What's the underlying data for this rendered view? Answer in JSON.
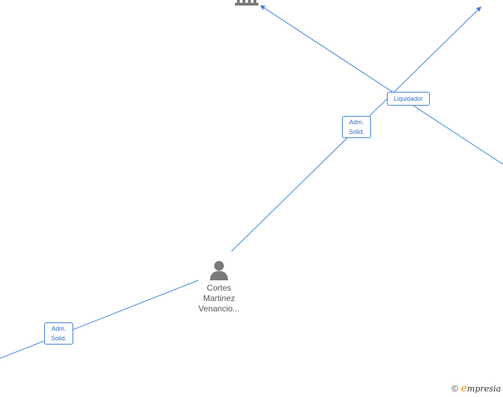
{
  "nodes": {
    "person": {
      "line1": "Cortes",
      "line2": "Martinez",
      "line3": "Venancio..."
    }
  },
  "edges": {
    "adm_solid_upper": {
      "line1": "Adm.",
      "line2": "Solid."
    },
    "liquidador": {
      "label": "Liquidador"
    },
    "adm_solid_lower": {
      "line1": "Adm.",
      "line2": "Solid."
    }
  },
  "colors": {
    "edge": "#3a7bd5",
    "icon": "#7a7a7a",
    "brand_accent": "#e8921c"
  },
  "footer": {
    "copyright_symbol": "©",
    "brand_initial": "e",
    "brand_rest": "mpresia"
  }
}
